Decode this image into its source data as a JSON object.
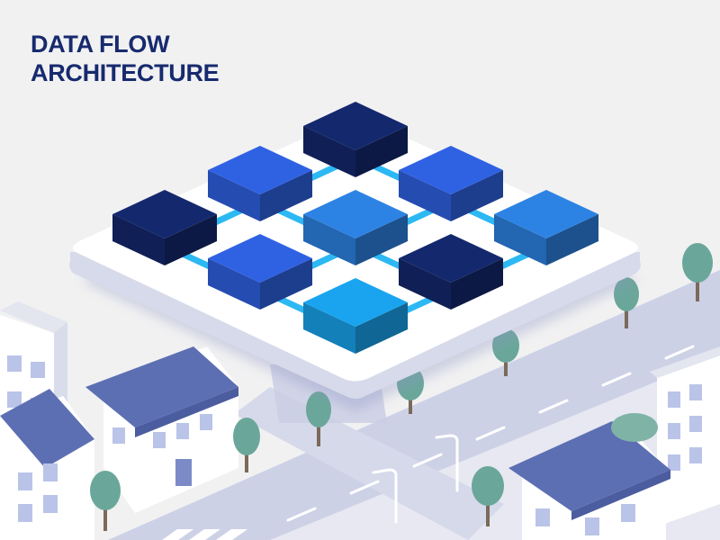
{
  "title": {
    "line1": "DATA FLOW",
    "line2": "ARCHITECTURE"
  },
  "palette": {
    "background": "#f1f1f2",
    "title": "#172a6e",
    "navy": "#14286e",
    "royal": "#2f62e3",
    "azure": "#2d83e4",
    "sky": "#1aa4ef",
    "connector": "#2cb8f3",
    "platform": "#ffffff",
    "building_wall": "#ffffff",
    "building_roof": "#5d6fb3",
    "road": "#c5cae2",
    "tree": "#6aa79a",
    "trunk": "#7b6a5a"
  },
  "grid": {
    "node_colors": [
      [
        "navy",
        "royal",
        "azure"
      ],
      [
        "royal",
        "azure",
        "navy"
      ],
      [
        "navy",
        "royal",
        "sky"
      ]
    ]
  },
  "icons": {
    "nodes": "cube-icon",
    "connectors": "link-icon",
    "trees": "tree-icon",
    "streetlights": "streetlight-icon",
    "buildings": "house-icon"
  }
}
